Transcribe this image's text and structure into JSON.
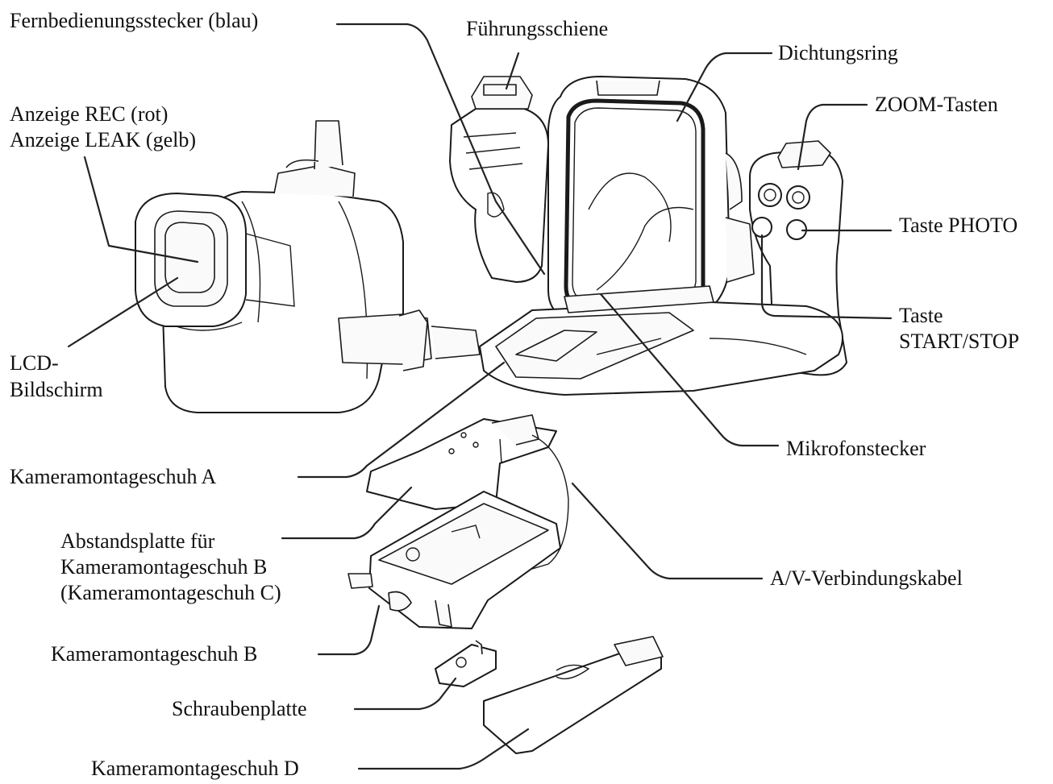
{
  "labels": {
    "remote_plug": "Fernbedienungsstecker (blau)",
    "guide_rail": "Führungsschiene",
    "sealing_ring": "Dichtungsring",
    "zoom_buttons": "ZOOM-Tasten",
    "rec_leak_line1": "Anzeige REC (rot)",
    "rec_leak_line2": "Anzeige LEAK (gelb)",
    "photo_button": "Taste PHOTO",
    "start_stop_line1": "Taste",
    "start_stop_line2": "START/STOP",
    "lcd_line1": "LCD-",
    "lcd_line2": "Bildschirm",
    "mic_plug": "Mikrofonstecker",
    "shoe_a": "Kameramontageschuh A",
    "spacer_line1": "Abstandsplatte für",
    "spacer_line2": "Kameramontageschuh B",
    "spacer_line3": "(Kameramontageschuh C)",
    "av_cable": "A/V-Verbindungskabel",
    "shoe_b": "Kameramontageschuh B",
    "screw_plate": "Schraubenplatte",
    "shoe_d": "Kameramontageschuh D"
  },
  "colors": {
    "line": "#222222",
    "text": "#111111",
    "background": "#ffffff"
  }
}
